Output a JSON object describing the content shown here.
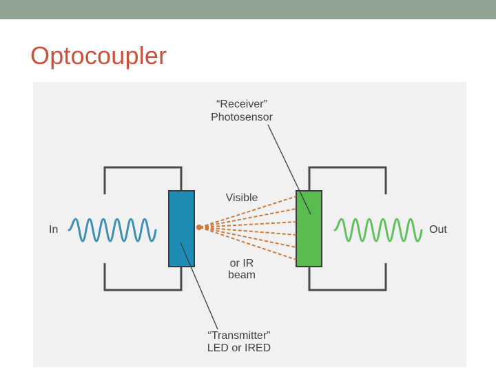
{
  "slide": {
    "title": "Optocoupler"
  },
  "diagram": {
    "receiver_label": {
      "line1": "“Receiver”",
      "line2": "Photosensor"
    },
    "transmitter_label": {
      "line1": "“Transmitter”",
      "line2": "LED or IRED"
    },
    "beam_label_top": "Visible",
    "beam_label_bottom": {
      "line1": "or IR",
      "line2": "beam"
    },
    "input_label": "In",
    "output_label": "Out",
    "colors": {
      "header_bar": "#8fa293",
      "title": "#c9503a",
      "panel_background": "#f1f1f1",
      "input_wave": "#3b8fb0",
      "transmitter_block": "#1f8db6",
      "output_wave": "#5fbf58",
      "receiver_block": "#57bb4d",
      "beam": "#c87a3a",
      "wire": "#4a4a4a"
    }
  }
}
